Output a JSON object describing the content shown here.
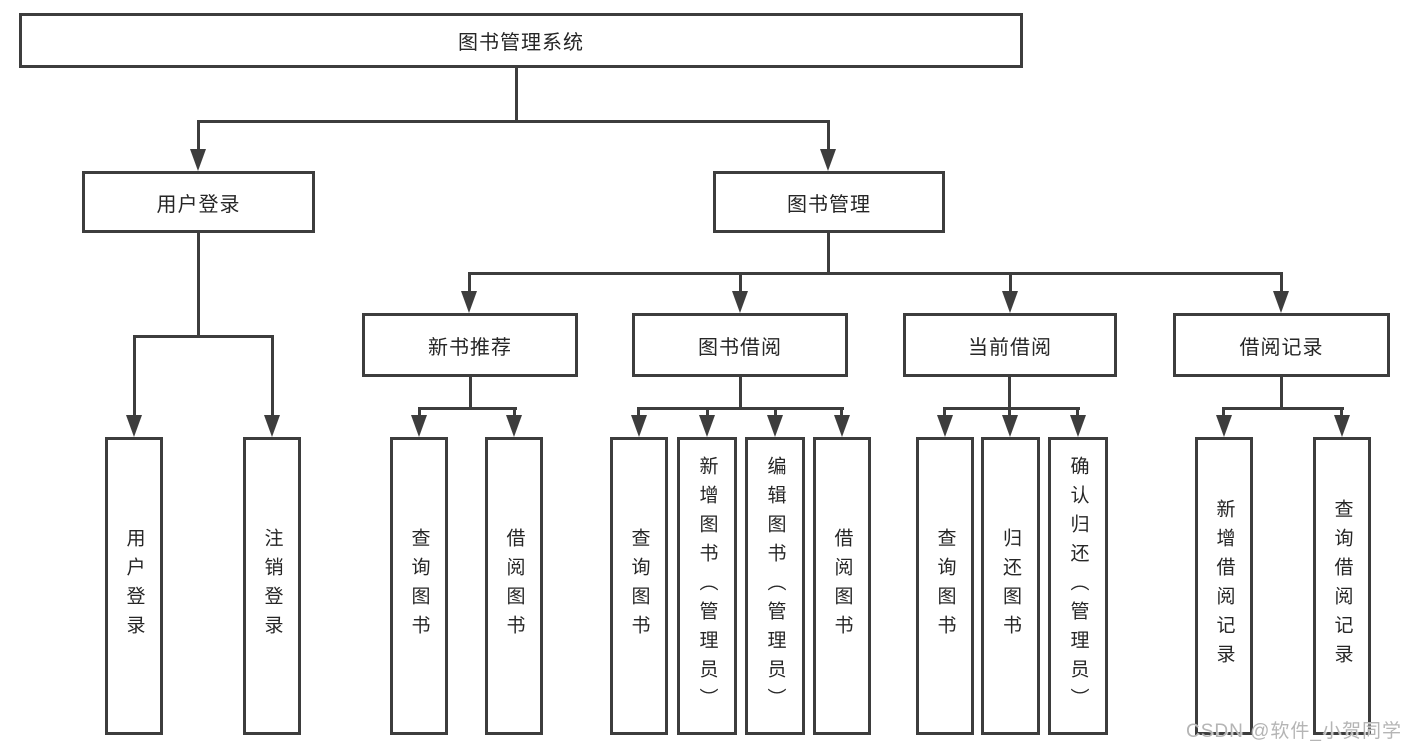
{
  "diagram_title": "图书管理系统",
  "tree": {
    "label": "图书管理系统",
    "children": [
      {
        "label": "用户登录",
        "children": [
          {
            "label": "用户登录"
          },
          {
            "label": "注销登录"
          }
        ]
      },
      {
        "label": "图书管理",
        "children": [
          {
            "label": "新书推荐",
            "children": [
              {
                "label": "查询图书"
              },
              {
                "label": "借阅图书"
              }
            ]
          },
          {
            "label": "图书借阅",
            "children": [
              {
                "label": "查询图书"
              },
              {
                "label": "新增图书（管理员）"
              },
              {
                "label": "编辑图书（管理员）"
              },
              {
                "label": "借阅图书"
              }
            ]
          },
          {
            "label": "当前借阅",
            "children": [
              {
                "label": "查询图书"
              },
              {
                "label": "归还图书"
              },
              {
                "label": "确认归还（管理员）"
              }
            ]
          },
          {
            "label": "借阅记录",
            "children": [
              {
                "label": "新增借阅记录"
              },
              {
                "label": "查询借阅记录"
              }
            ]
          }
        ]
      }
    ]
  },
  "watermark": {
    "text": "CSDN @软件_小贺同学"
  },
  "colors": {
    "line": "#3d3d3d",
    "text": "#262626",
    "box_background": "#ffffff",
    "page_background": "#ffffff",
    "watermark": "#b5b5b5"
  }
}
